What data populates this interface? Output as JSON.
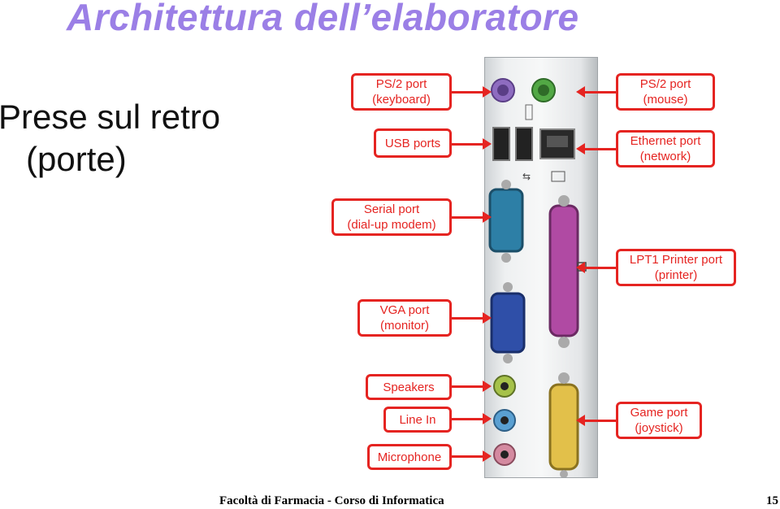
{
  "slide": {
    "title": "Architettura dell’elaboratore",
    "subtitle_line1": "Prese sul retro",
    "subtitle_line2": "(porte)"
  },
  "labels": {
    "ps2_keyboard": {
      "line1": "PS/2 port",
      "line2": "(keyboard)"
    },
    "ps2_mouse": {
      "line1": "PS/2 port",
      "line2": "(mouse)"
    },
    "usb": {
      "line1": "USB ports"
    },
    "ethernet": {
      "line1": "Ethernet port",
      "line2": "(network)"
    },
    "serial": {
      "line1": "Serial port",
      "line2": "(dial-up modem)"
    },
    "lpt1": {
      "line1": "LPT1 Printer port",
      "line2": "(printer)"
    },
    "vga": {
      "line1": "VGA port",
      "line2": "(monitor)"
    },
    "speakers": {
      "line1": "Speakers"
    },
    "line_in": {
      "line1": "Line In"
    },
    "microphone": {
      "line1": "Microphone"
    },
    "game": {
      "line1": "Game port",
      "line2": "(joystick)"
    }
  },
  "footer": {
    "text": "Facoltà di Farmacia - Corso di Informatica",
    "page": "15"
  },
  "colors": {
    "title": "#9b7fe6",
    "label_border": "#e52421",
    "ps2_keyboard": "#8e6cc0",
    "ps2_mouse": "#52a845",
    "serial": "#2d7fa6",
    "vga": "#2f4fa8",
    "parallel": "#b04aa3",
    "game": "#e2c04a",
    "speakers": "#a6c24a",
    "line_in": "#5aa0d2",
    "microphone": "#d48aa0"
  }
}
